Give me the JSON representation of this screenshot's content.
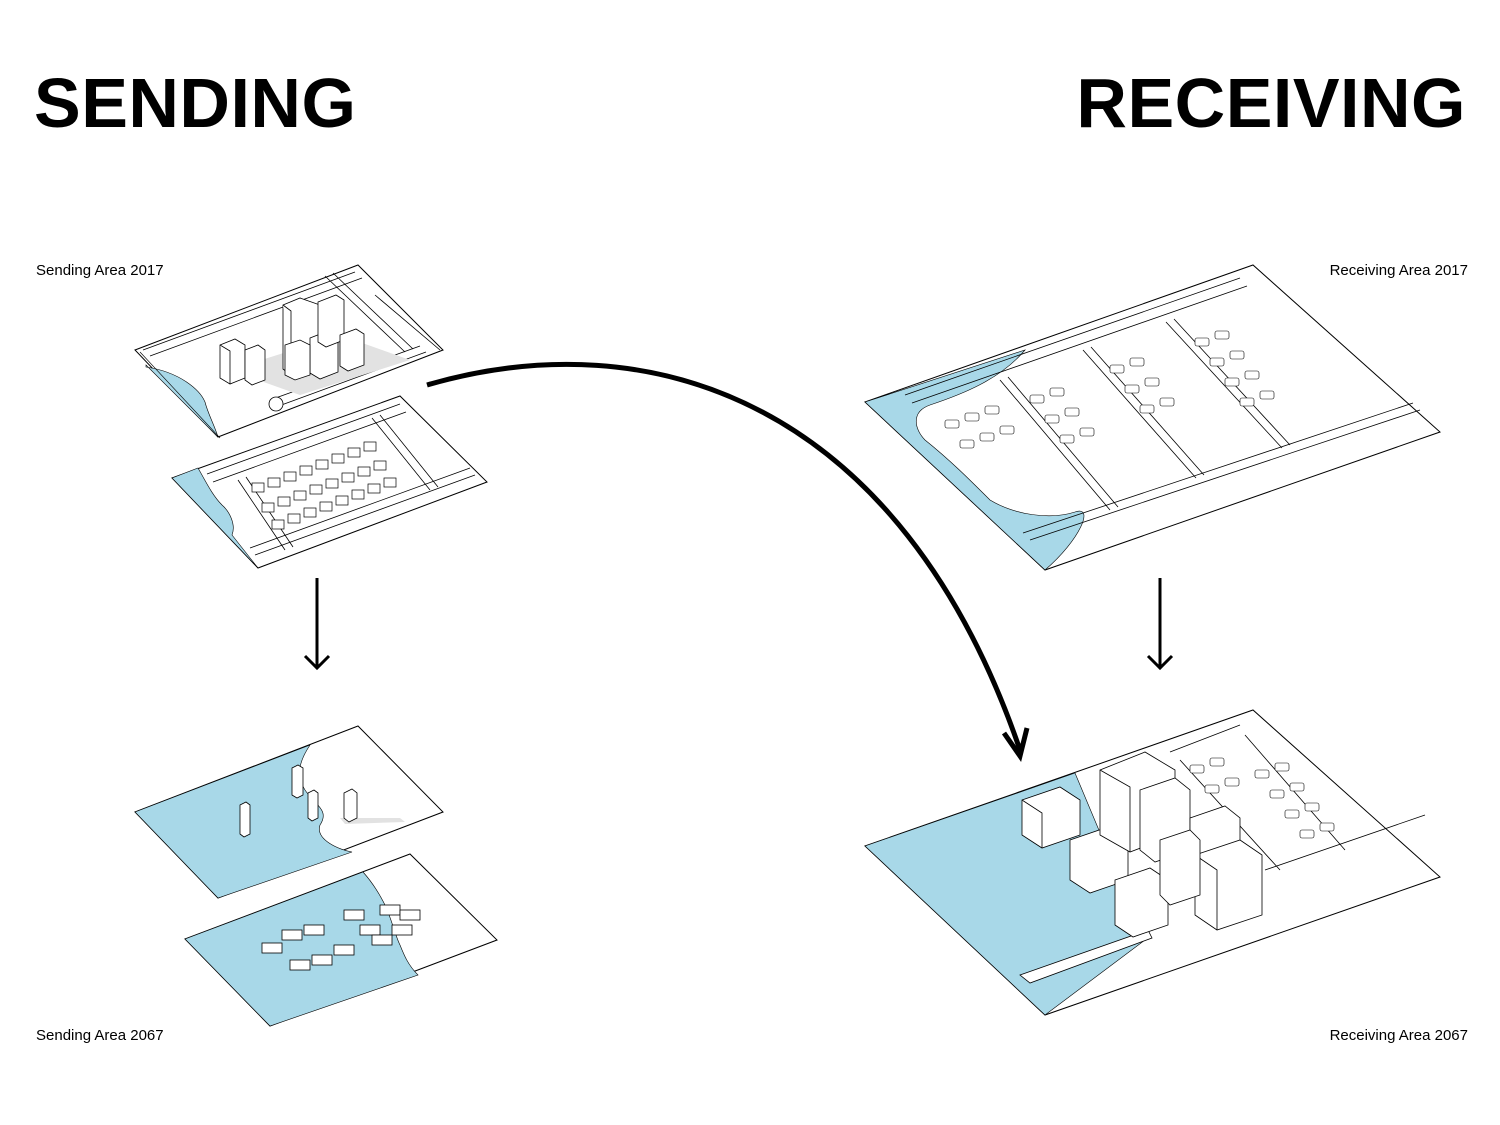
{
  "headings": {
    "sending": "SENDING",
    "receiving": "RECEIVING"
  },
  "captions": {
    "sending_2017": "Sending Area 2017",
    "receiving_2017": "Receiving Area 2017",
    "sending_2067": "Sending Area 2067",
    "receiving_2067": "Receiving Area 2067"
  },
  "colors": {
    "water": "#a8d8e8",
    "ground": "#ffffff",
    "line": "#000000",
    "shadow": "#e2e2e2"
  }
}
